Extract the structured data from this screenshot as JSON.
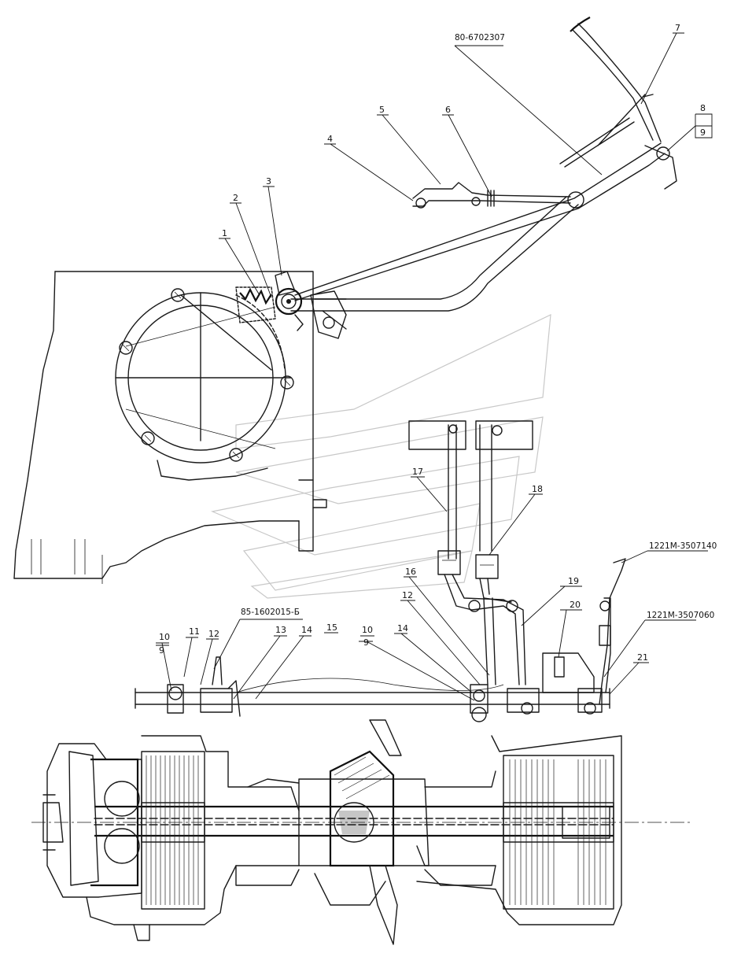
{
  "drawing": {
    "part_codes": {
      "code_80_6702307": "80-6702307",
      "code_85_1602015": "85-1602015-Б",
      "code_1221M_3507140": "1221М-3507140",
      "code_1221M_3507060": "1221М-3507060"
    },
    "callouts": {
      "c1": "1",
      "c2": "2",
      "c3": "3",
      "c4": "4",
      "c5": "5",
      "c6": "6",
      "c7": "7",
      "c8": "8",
      "c9a": "9",
      "c10a": "10",
      "c9b": "9",
      "c11": "11",
      "c12a": "12",
      "c13": "13",
      "c14a": "14",
      "c15": "15",
      "c10b": "10",
      "c9c": "9",
      "c14b": "14",
      "c16": "16",
      "c12b": "12",
      "c17": "17",
      "c18": "18",
      "c19": "19",
      "c20": "20",
      "c21": "21"
    }
  }
}
